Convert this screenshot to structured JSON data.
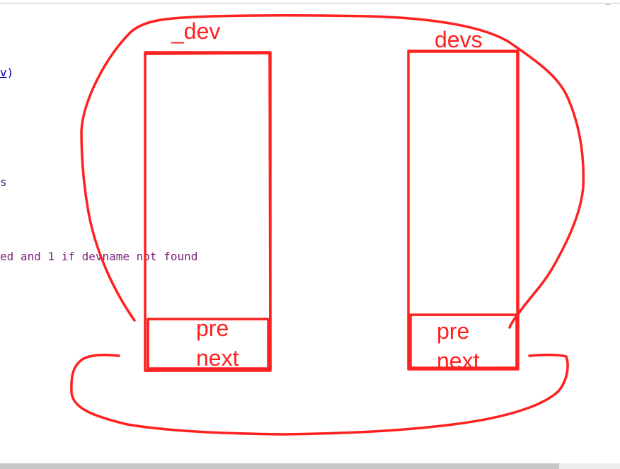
{
  "editor": {
    "fragment_1_pre": "",
    "fragment_1_letter": "v",
    "fragment_1_post": ")",
    "fragment_2": "s",
    "fragment_3": "ed and 1 if devname not found"
  },
  "annotation": {
    "left_box_label": "_dev",
    "right_box_label": "devs",
    "left_pre": "pre",
    "left_next": "next",
    "right_pre": "pre",
    "right_next": "next",
    "stroke_color": "#ff2020"
  }
}
